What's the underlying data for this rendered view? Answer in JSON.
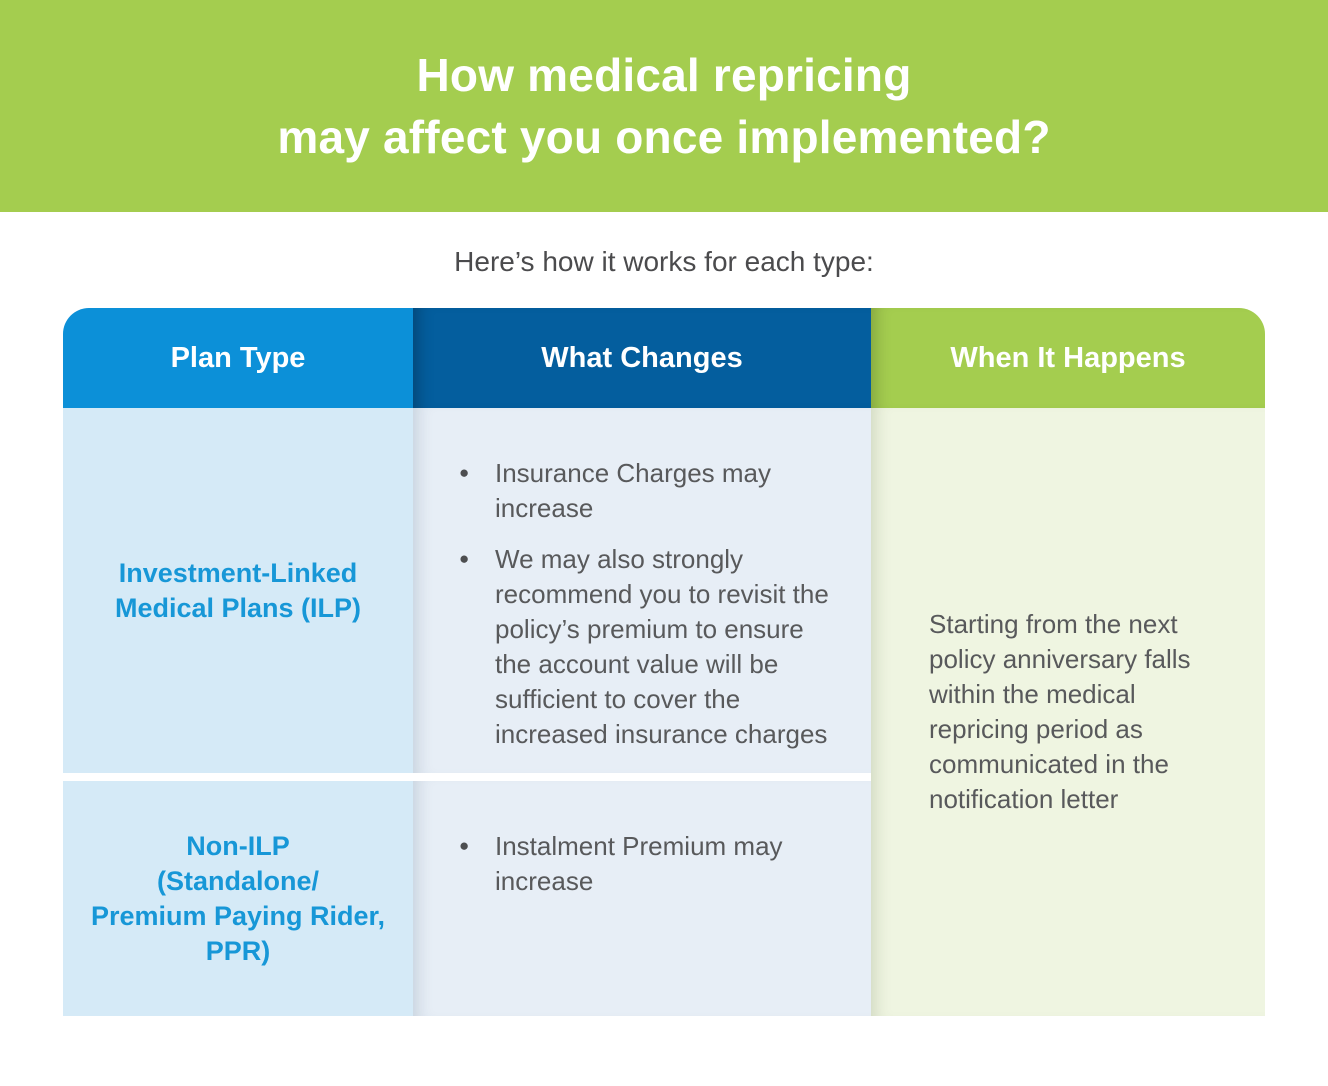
{
  "banner": {
    "bg_color": "#A4CD4F",
    "title_lines": [
      "How medical repricing",
      "may affect you once implemented?"
    ]
  },
  "intro": {
    "text": "Here’s how it works for each type:"
  },
  "table": {
    "headers": [
      {
        "label": "Plan Type",
        "bg_color": "#0C90D8"
      },
      {
        "label": "What Changes",
        "bg_color": "#045E9E"
      },
      {
        "label": "When It Happens",
        "bg_color": "#A4CD4F"
      }
    ],
    "rows": [
      {
        "plan_type": "Investment-Linked Medical Plans (ILP)",
        "plan_type_lines": [
          "Investment-Linked",
          "Medical Plans (ILP)"
        ],
        "changes": [
          "Insurance Charges may increase",
          "We may also strongly recommend you to revisit the policy’s premium to ensure the account value will be sufficient to cover the increased insurance charges"
        ]
      },
      {
        "plan_type": "Non-ILP (Standalone/ Premium Paying Rider, PPR)",
        "plan_type_lines": [
          "Non-ILP",
          "(Standalone/",
          "Premium Paying Rider,",
          "PPR)"
        ],
        "changes": [
          "Instalment Premium may increase"
        ]
      }
    ],
    "when_it_happens": "Starting from the next policy anniversary falls within the medical repricing period as communicated in the notification letter",
    "colors": {
      "plan_body_bg": "#D5EAF7",
      "changes_body_bg": "#E7EEF6",
      "when_body_bg": "#EFF5E1",
      "plan_text": "#1797D7",
      "body_text": "#58595B",
      "header_text": "#FFFFFF"
    },
    "bullet_icon": "●"
  }
}
